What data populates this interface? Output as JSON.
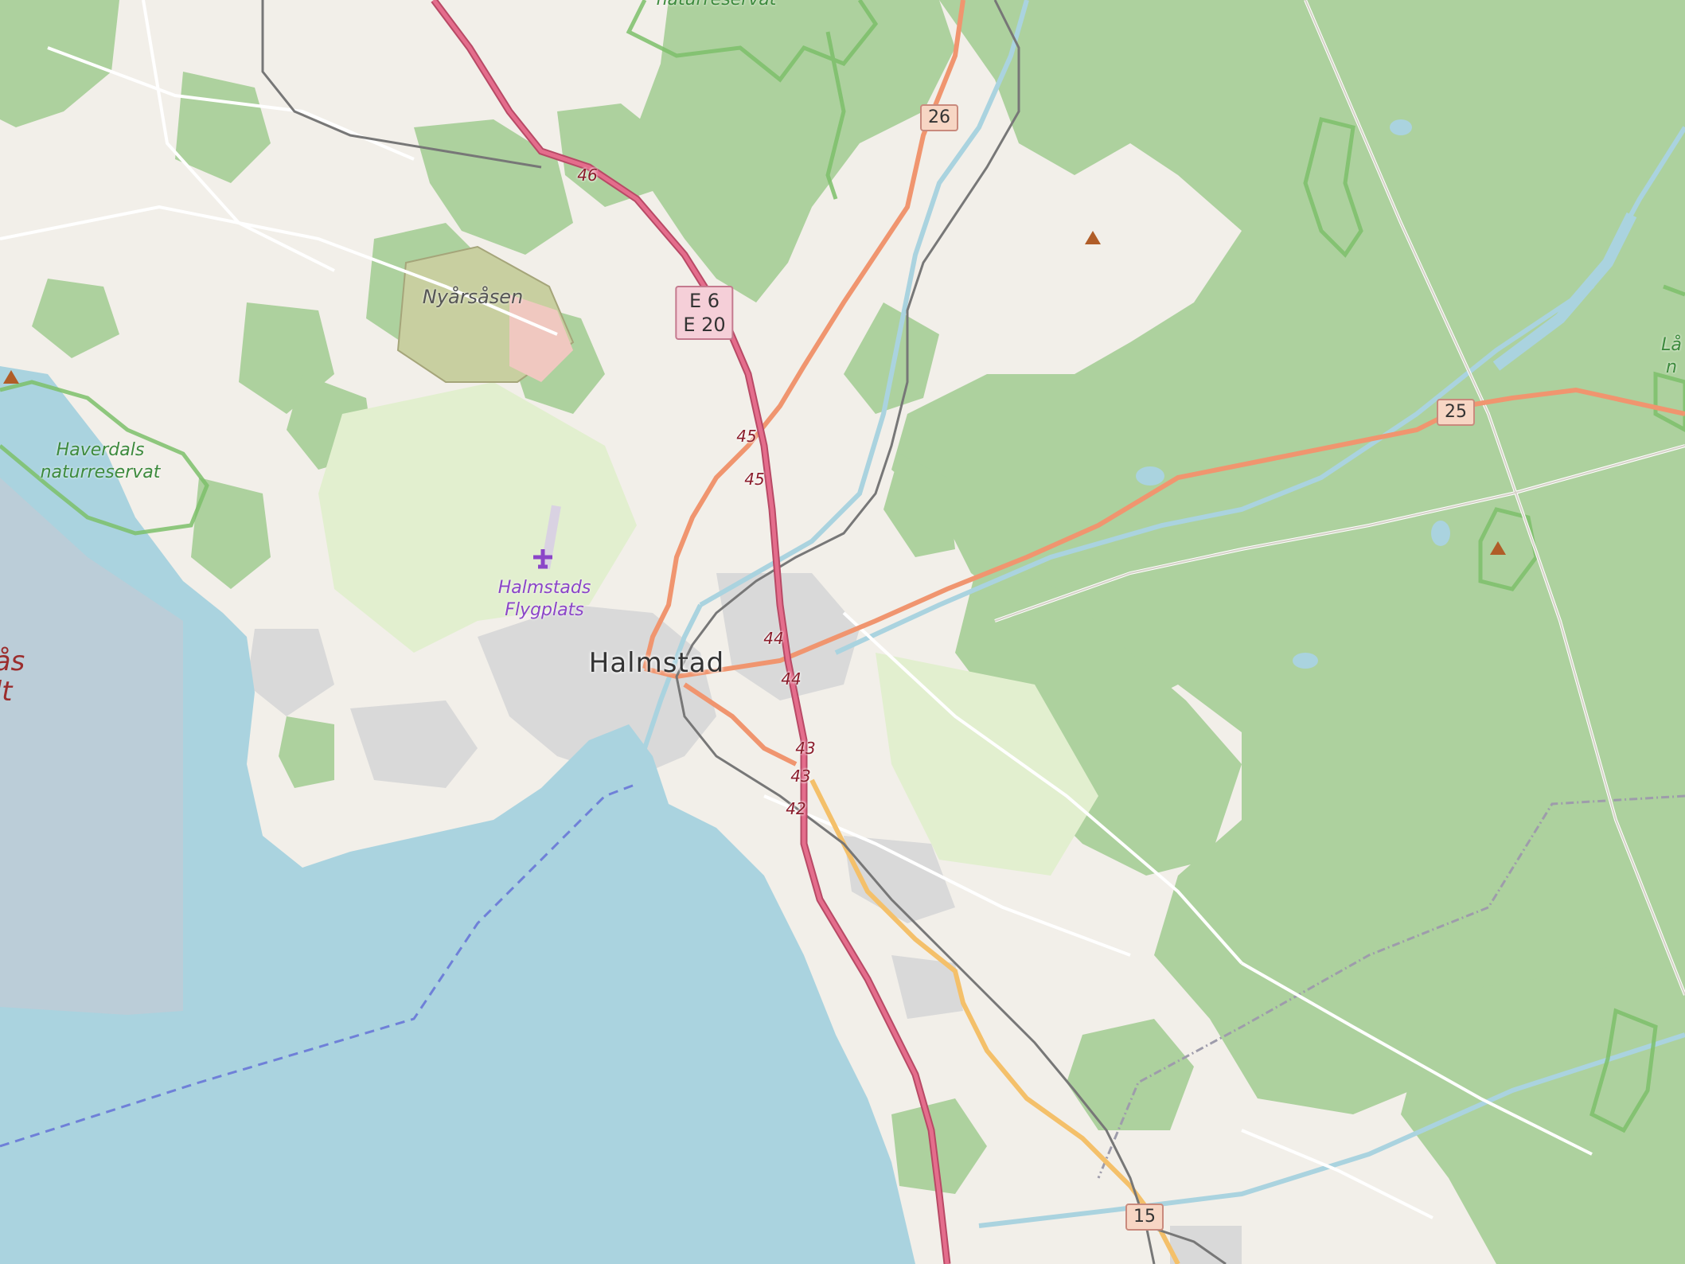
{
  "map": {
    "city": "Halmstad",
    "places": {
      "haverdals": [
        "Haverdals",
        "naturreservat"
      ],
      "nyrasasen": "Nyårsåsen",
      "airport": [
        "Halmstads",
        "Flygplats"
      ],
      "reserve_top": "naturreservat",
      "reserve_right": [
        "Lå",
        "n"
      ],
      "sea_partial": [
        "ås",
        "lt"
      ]
    },
    "road_shields": {
      "e6": [
        "E 6",
        "E 20"
      ],
      "r26": "26",
      "r25": "25",
      "r15": "15"
    },
    "exits": {
      "x46": "46",
      "x45a": "45",
      "x45b": "45",
      "x44a": "44",
      "x44b": "44",
      "x43a": "43",
      "x43b": "43",
      "x42": "42"
    },
    "colors": {
      "land": "#f2efe9",
      "forest": "#add19e",
      "water": "#aad3df",
      "motorway": "#e46d8c",
      "trunk": "#f0956f",
      "secondary": "#f4c06a",
      "railway": "#777777",
      "reserve_border": "#7cbf6a"
    }
  }
}
